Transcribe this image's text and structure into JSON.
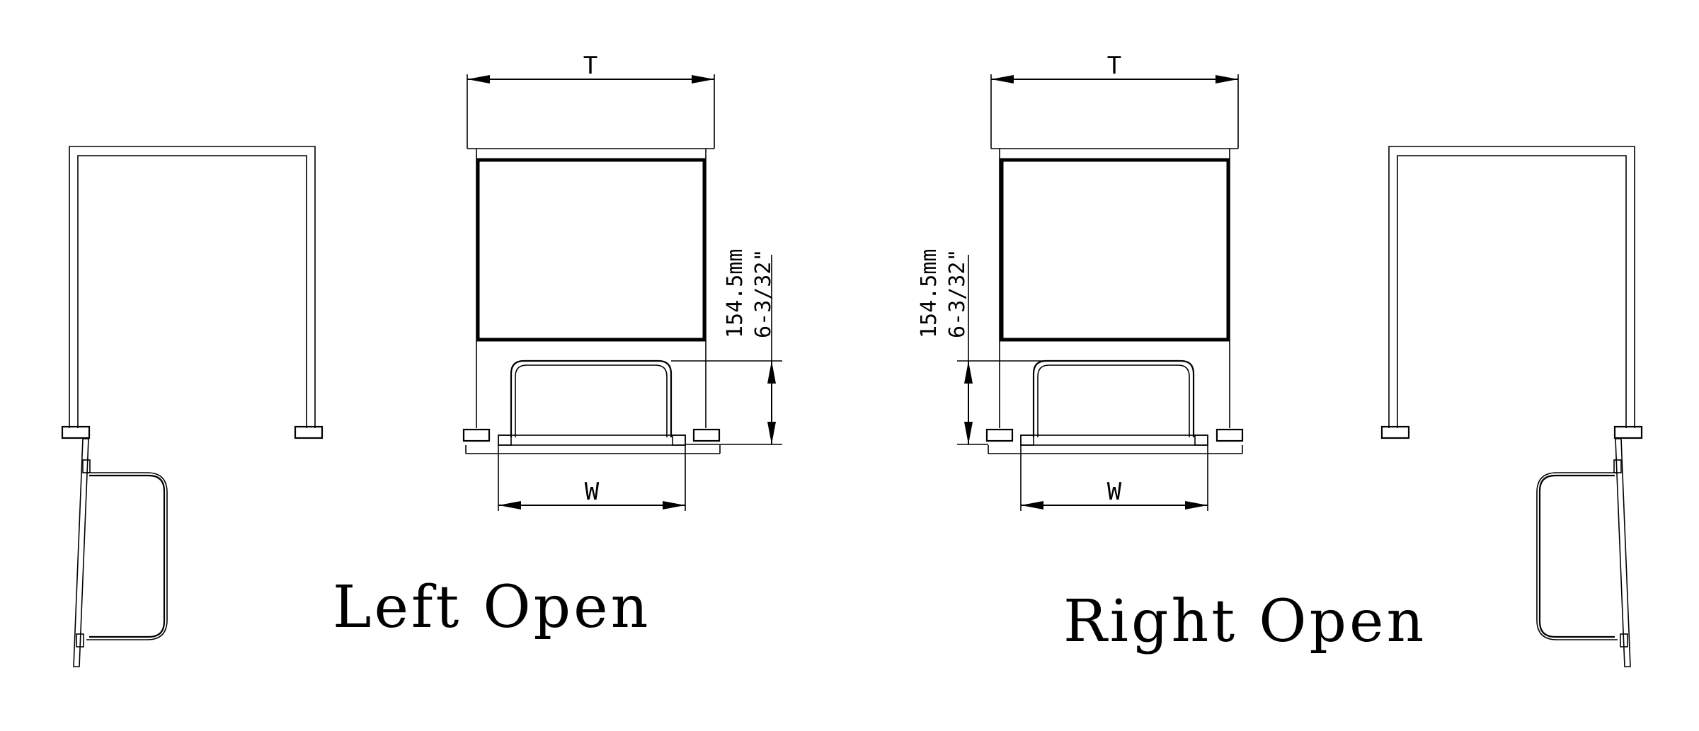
{
  "left_view": {
    "title": "Left Open",
    "dim_top": "T",
    "dim_bottom": "W",
    "dim_height_mm": "154.5mm",
    "dim_height_in": "6-3/32\""
  },
  "right_view": {
    "title": "Right Open",
    "dim_top": "T",
    "dim_bottom": "W",
    "dim_height_mm": "154.5mm",
    "dim_height_in": "6-3/32\""
  }
}
